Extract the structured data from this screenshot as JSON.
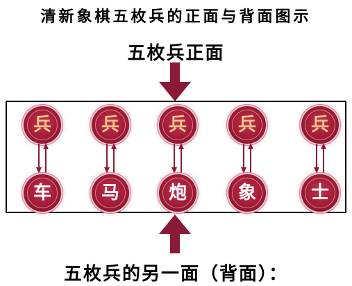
{
  "title": "清新象棋五枚兵的正面与背面图示",
  "front_label": "五枚兵正面",
  "back_label": "五枚兵的另一面（背面）：",
  "colors": {
    "piece_red": "#a01a36",
    "arrow": "#8b1a38",
    "front_glyph": "#f3c58a",
    "back_glyph": "#ffffff",
    "border": "#000000"
  },
  "pieces": [
    {
      "front": "兵",
      "back": "车"
    },
    {
      "front": "兵",
      "back": "马"
    },
    {
      "front": "兵",
      "back": "炮"
    },
    {
      "front": "兵",
      "back": "象"
    },
    {
      "front": "兵",
      "back": "士"
    }
  ]
}
